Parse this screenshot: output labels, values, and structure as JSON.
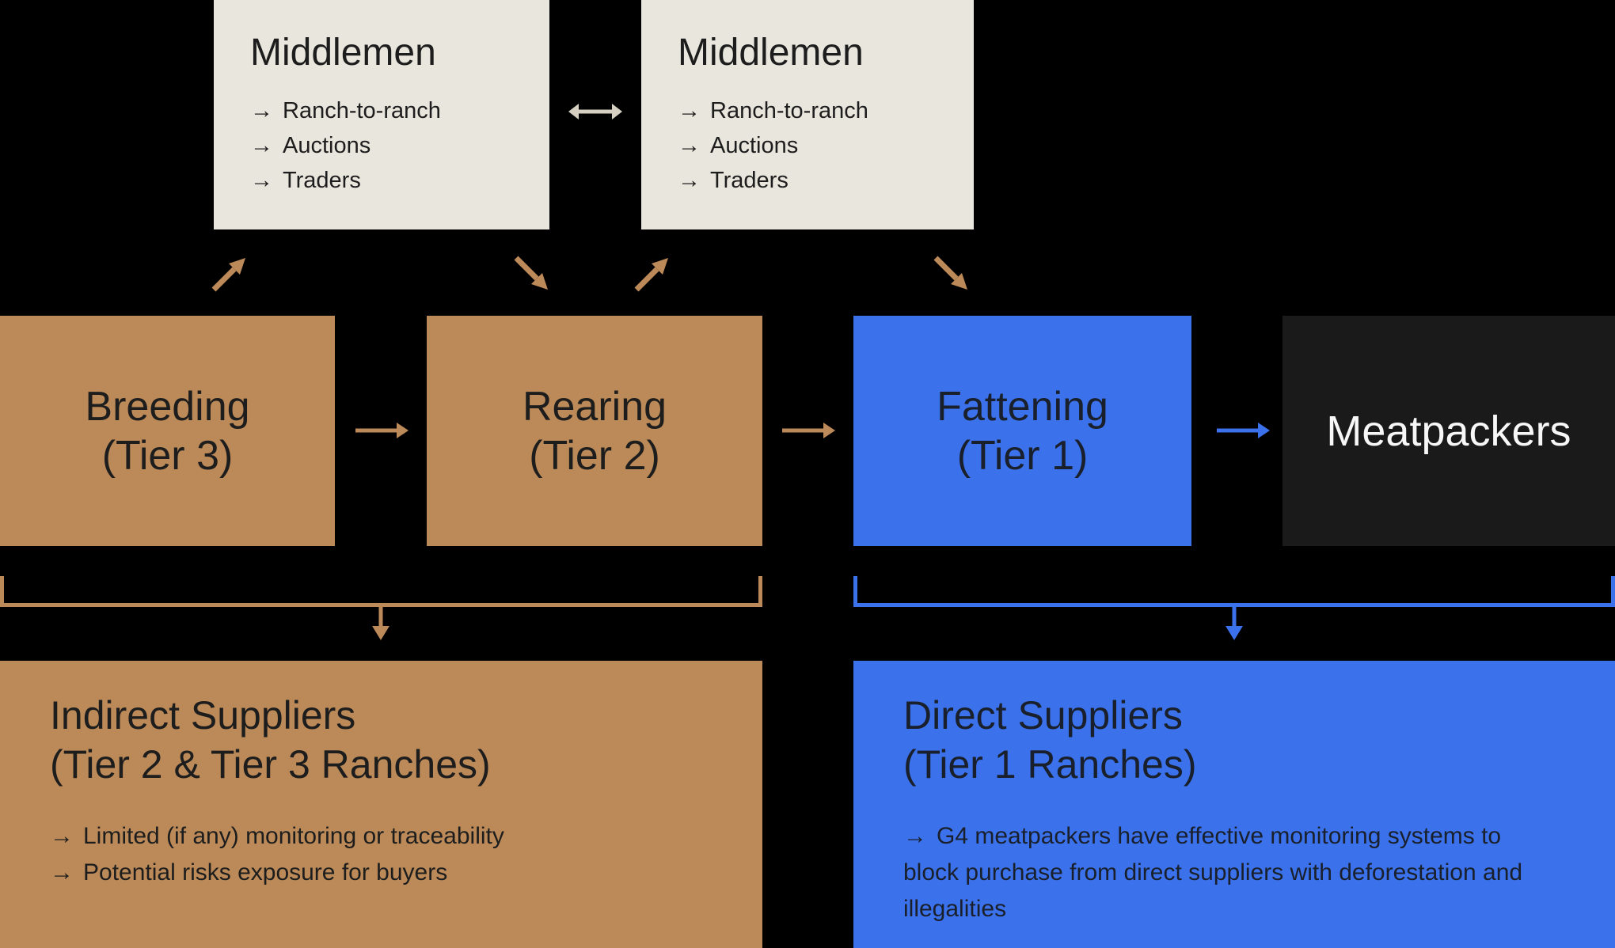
{
  "diagram_title": "Cattle supply chain tiers diagram",
  "glyphs": {
    "bullet_arrow": "→"
  },
  "colors": {
    "background": "#000000",
    "middlemen_box": "#e9e6dd",
    "indirect_brown": "#bb8a58",
    "direct_blue": "#3b71ea",
    "meatpackers_dark": "#1a1a1a",
    "dark_text": "#1d1d1d",
    "light_text": "#f7f7f7",
    "double_arrow": "#d5d0c2"
  },
  "middlemen_left": {
    "title": "Middlemen",
    "items": [
      "Ranch-to-ranch",
      "Auctions",
      "Traders"
    ]
  },
  "middlemen_right": {
    "title": "Middlemen",
    "items": [
      "Ranch-to-ranch",
      "Auctions",
      "Traders"
    ]
  },
  "chain": [
    {
      "line1": "Breeding",
      "line2": "(Tier 3)"
    },
    {
      "line1": "Rearing",
      "line2": "(Tier 2)"
    },
    {
      "line1": "Fattening",
      "line2": "(Tier 1)"
    },
    {
      "line1": "Meatpackers",
      "line2": ""
    }
  ],
  "indirect_suppliers": {
    "title_line1": "Indirect Suppliers",
    "title_line2": "(Tier 2 & Tier 3 Ranches)",
    "bullets": [
      "Limited (if any) monitoring or traceability",
      "Potential risks exposure for buyers"
    ]
  },
  "direct_suppliers": {
    "title_line1": "Direct Suppliers",
    "title_line2": "(Tier 1 Ranches)",
    "bullets": [
      "G4 meatpackers have effective monitoring systems to block purchase from direct suppliers with deforestation and illegalities"
    ]
  }
}
